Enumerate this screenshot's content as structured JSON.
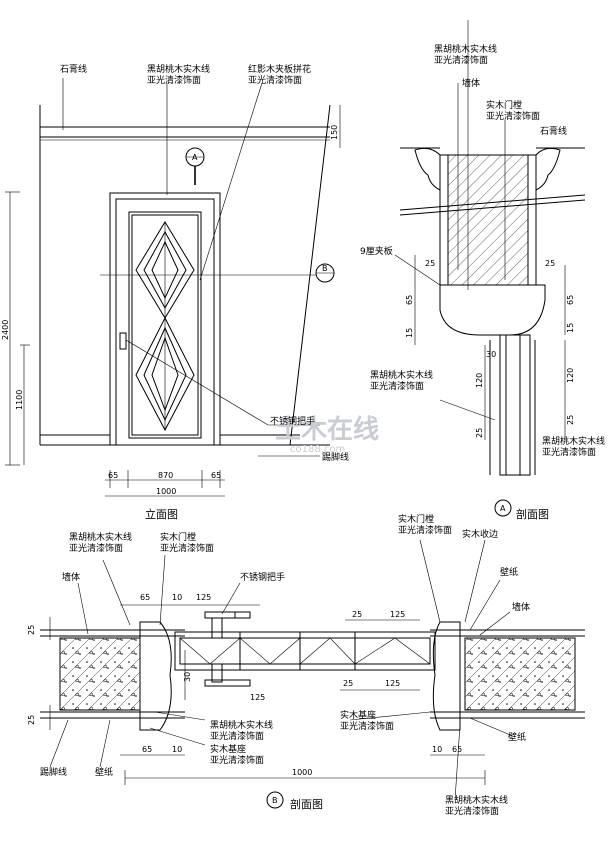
{
  "elevation": {
    "title": "立面图",
    "labels": {
      "plaster_line": "石膏线",
      "walnut_line_1": "黑胡桃木实木线",
      "walnut_line_2": "亚光清漆饰面",
      "red_veneer_1": "红影木夹板拼花",
      "red_veneer_2": "亚光清漆饰面",
      "handle": "不锈钢把手",
      "skirting": "踢脚线"
    },
    "dims": {
      "top": "150",
      "height": "2400",
      "handle_h": "1100",
      "left": "65",
      "mid": "870",
      "right": "65",
      "total": "1000"
    },
    "markers": {
      "a": "A",
      "b": "B"
    }
  },
  "section_a": {
    "title": "剖面图",
    "marker": "A",
    "labels": {
      "walnut_1": "黑胡桃木实木线",
      "walnut_2": "亚光清漆饰面",
      "wall": "墙体",
      "frame_1": "实木门樘",
      "frame_2": "亚光清漆饰面",
      "plaster": "石膏线",
      "plywood": "9厘夹板",
      "walnut_b1": "黑胡桃木实木线",
      "walnut_b2": "亚光清漆饰面",
      "walnut_c1": "黑胡桃木实木线",
      "walnut_c2": "亚光清漆饰面"
    },
    "dims": {
      "d25a": "25",
      "d65a": "65",
      "d15a": "15",
      "d25b": "25",
      "d65b": "65",
      "d15b": "15",
      "d30": "30",
      "d120a": "120",
      "d120b": "120",
      "d25c": "25",
      "d25d": "25"
    }
  },
  "section_b": {
    "title": "剖面图",
    "marker": "B",
    "labels": {
      "walnut_1": "黑胡桃木实木线",
      "walnut_2": "亚光清漆饰面",
      "frame_1": "实木门樘",
      "frame_2": "亚光清漆饰面",
      "wall_l": "墙体",
      "handle": "不锈钢把手",
      "frame_r1": "实木门樘",
      "frame_r2": "亚光清漆饰面",
      "edge": "实木收边",
      "wallpaper_r": "壁纸",
      "wall_r": "墙体",
      "walnut_m1": "黑胡桃木实木线",
      "walnut_m2": "亚光清漆饰面",
      "base_1": "实木基座",
      "base_2": "亚光清漆饰面",
      "base_m1": "实木基座",
      "base_m2": "亚光清漆饰面",
      "skirting": "踢脚线",
      "wallpaper_l": "壁纸",
      "wallpaper_b": "壁纸",
      "walnut_r1": "黑胡桃木实木线",
      "walnut_r2": "亚光清漆饰面"
    },
    "dims": {
      "d65": "65",
      "d10": "10",
      "d125a": "125",
      "d25a": "25",
      "d125b": "125",
      "d30": "30",
      "d125c": "125",
      "d25b": "25",
      "d125d": "125",
      "d25l1": "25",
      "d25l2": "25",
      "d65b": "65",
      "d10b": "10",
      "d10c": "10",
      "d65c": "65",
      "total": "1000"
    }
  },
  "watermark": {
    "main": "土木在线",
    "sub": "co188.com"
  }
}
